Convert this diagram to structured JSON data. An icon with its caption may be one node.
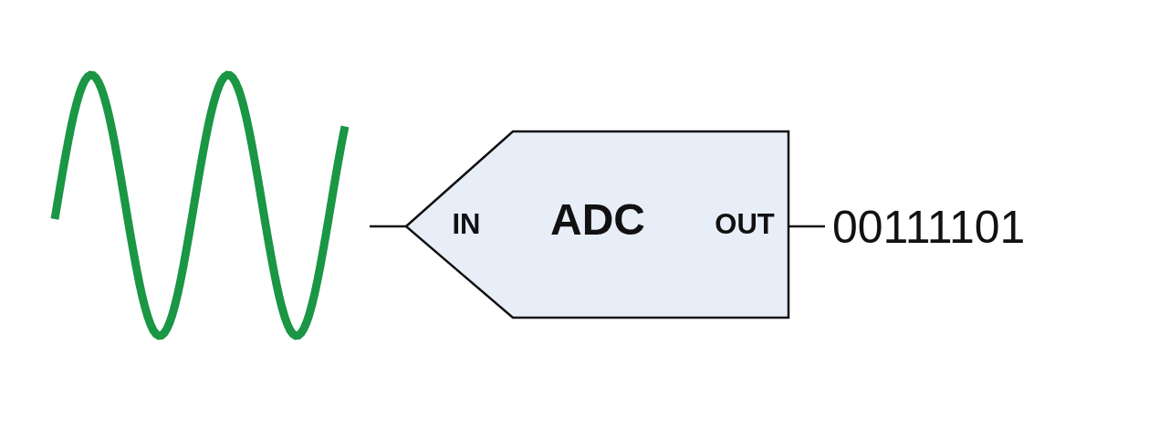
{
  "diagram": {
    "nodes": [
      {
        "text": [
          "IN",
          "ADC",
          "OUT"
        ]
      },
      {
        "text": [
          "00111101"
        ]
      }
    ],
    "edges": [
      {
        "from": null,
        "to": 0,
        "arrow": "none"
      },
      {
        "from": 0,
        "to": 1,
        "arrow": "none"
      }
    ]
  }
}
